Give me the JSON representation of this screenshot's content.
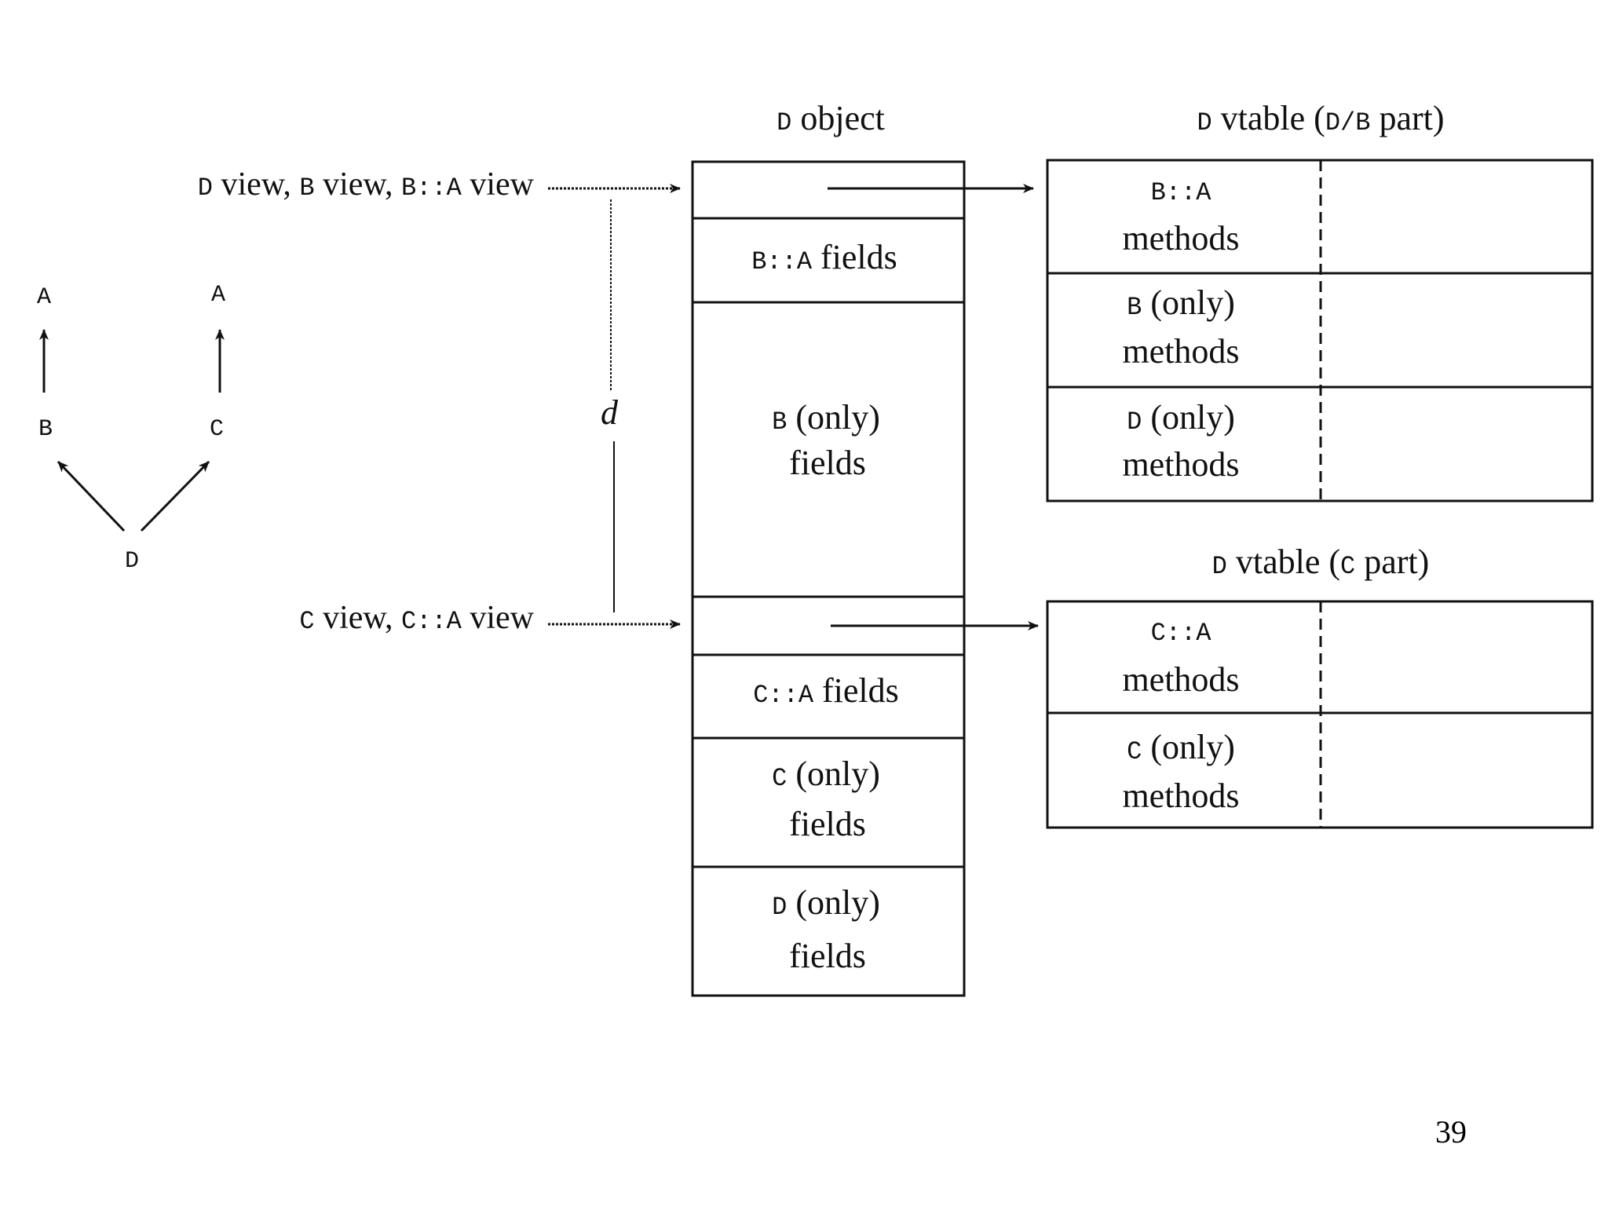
{
  "hierarchy": {
    "nodes": {
      "a_left": "A",
      "a_right": "A",
      "b": "B",
      "c": "C",
      "d": "D"
    }
  },
  "views": {
    "top": {
      "p1_code": "D",
      "p1_text": " view, ",
      "p2_code": "B",
      "p2_text": " view, ",
      "p3_code": "B::A",
      "p3_text": " view"
    },
    "bottom": {
      "p1_code": "C",
      "p1_text": " view, ",
      "p2_code": "C::A",
      "p2_text": " view"
    },
    "offset_label": "d"
  },
  "object": {
    "title_code": "D",
    "title_text": " object",
    "cells": {
      "ba_fields_code": "B::A",
      "ba_fields_text": " fields",
      "b_only_code": "B",
      "b_only_text": " (only)",
      "b_only_line2": "fields",
      "ca_fields_code": "C::A",
      "ca_fields_text": " fields",
      "c_only_code": "C",
      "c_only_text": " (only)",
      "c_only_line2": "fields",
      "d_only_code": "D",
      "d_only_text": " (only)",
      "d_only_line2": "fields"
    }
  },
  "vtable_db": {
    "title_code1": "D",
    "title_text1": " vtable (",
    "title_code2": "D/B",
    "title_text2": " part)",
    "rows": {
      "ba_code": "B::A",
      "ba_line2": "methods",
      "b_only_code": "B",
      "b_only_text": " (only)",
      "b_only_line2": "methods",
      "d_only_code": "D",
      "d_only_text": " (only)",
      "d_only_line2": "methods"
    }
  },
  "vtable_c": {
    "title_code1": "D",
    "title_text1": " vtable (",
    "title_code2": "C",
    "title_text2": " part)",
    "rows": {
      "ca_code": "C::A",
      "ca_line2": "methods",
      "c_only_code": "C",
      "c_only_text": " (only)",
      "c_only_line2": "methods"
    }
  },
  "page_number": "39"
}
